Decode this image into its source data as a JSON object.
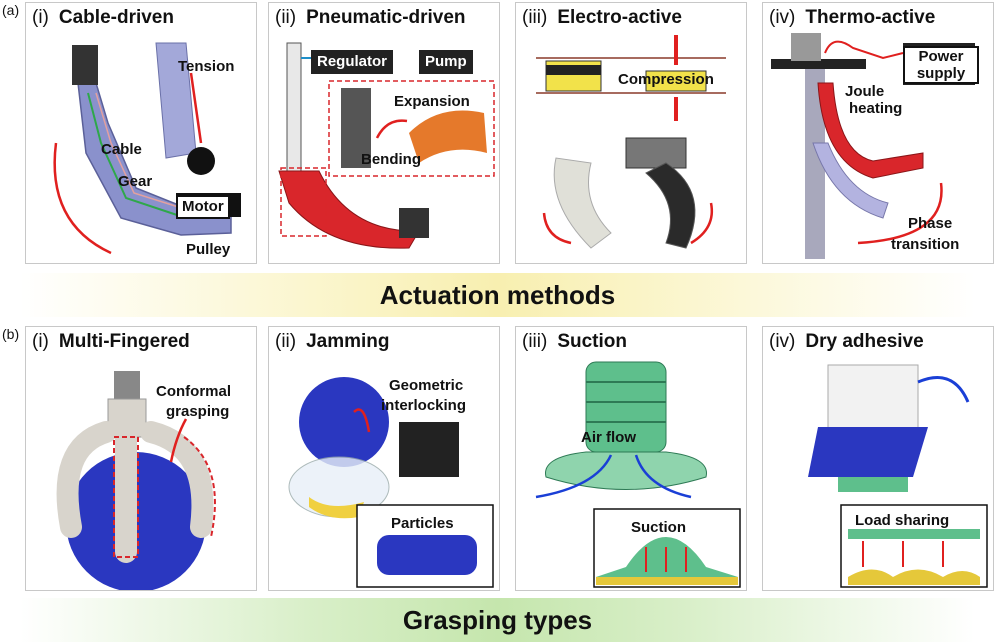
{
  "section_a": {
    "tag": "(a)",
    "banner": "Actuation methods",
    "panels": [
      {
        "num": "(i)",
        "title": "Cable-driven",
        "labels": [
          "Tension",
          "Cable",
          "Gear",
          "Motor",
          "Pulley"
        ]
      },
      {
        "num": "(ii)",
        "title": "Pneumatic-driven",
        "labels": [
          "Regulator",
          "Pump",
          "Expansion",
          "Bending"
        ]
      },
      {
        "num": "(iii)",
        "title": "Electro-active",
        "labels": [
          "Compression"
        ]
      },
      {
        "num": "(iv)",
        "title": "Thermo-active",
        "labels": [
          "Power",
          "supply",
          "Joule",
          "heating",
          "Phase",
          "transition"
        ]
      }
    ]
  },
  "section_b": {
    "tag": "(b)",
    "banner": "Grasping types",
    "panels": [
      {
        "num": "(i)",
        "title": "Multi-Fingered",
        "labels": [
          "Conformal",
          "grasping"
        ]
      },
      {
        "num": "(ii)",
        "title": "Jamming",
        "labels": [
          "Geometric",
          "interlocking",
          "Particles"
        ]
      },
      {
        "num": "(iii)",
        "title": "Suction",
        "labels": [
          "Air flow",
          "Suction"
        ]
      },
      {
        "num": "(iv)",
        "title": "Dry adhesive",
        "labels": [
          "Load sharing"
        ]
      }
    ]
  },
  "colors": {
    "actuator_blue": "#8a91cc",
    "actuator_red": "#d9262b",
    "arrow_red": "#e0201f",
    "sphere_blue": "#2a37c0",
    "suction_green": "#5ebf8c",
    "banner_yellow": "#f8efb0",
    "banner_green": "#c5e6ad"
  }
}
